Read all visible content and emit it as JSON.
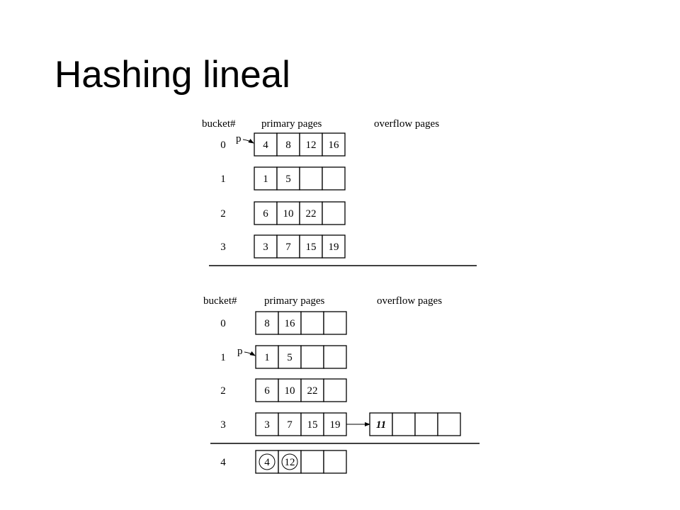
{
  "title": "Hashing lineal",
  "colors": {
    "ink": "#000000",
    "background": "#ffffff"
  },
  "panels": [
    {
      "headers": {
        "bucket": "bucket#",
        "primary": "primary pages",
        "overflow": "overflow pages"
      },
      "next_pointer_label": "p",
      "next_pointer_bucket": 0,
      "buckets": [
        {
          "id": "0",
          "primary": [
            "4",
            "8",
            "12",
            "16"
          ],
          "overflow": []
        },
        {
          "id": "1",
          "primary": [
            "1",
            "5",
            "",
            ""
          ],
          "overflow": []
        },
        {
          "id": "2",
          "primary": [
            "6",
            "10",
            "22",
            ""
          ],
          "overflow": []
        },
        {
          "id": "3",
          "primary": [
            "3",
            "7",
            "15",
            "19"
          ],
          "overflow": []
        }
      ],
      "split_image_buckets": []
    },
    {
      "headers": {
        "bucket": "bucket#",
        "primary": "primary pages",
        "overflow": "overflow pages"
      },
      "next_pointer_label": "p",
      "next_pointer_bucket": 1,
      "buckets": [
        {
          "id": "0",
          "primary": [
            "8",
            "16",
            "",
            ""
          ],
          "overflow": []
        },
        {
          "id": "1",
          "primary": [
            "1",
            "5",
            "",
            ""
          ],
          "overflow": []
        },
        {
          "id": "2",
          "primary": [
            "6",
            "10",
            "22",
            ""
          ],
          "overflow": []
        },
        {
          "id": "3",
          "primary": [
            "3",
            "7",
            "15",
            "19"
          ],
          "overflow": [
            "11",
            "",
            "",
            ""
          ]
        }
      ],
      "split_image_buckets": [
        {
          "id": "4",
          "primary": [
            "4",
            "12",
            "",
            ""
          ],
          "circled": [
            0,
            1
          ]
        }
      ]
    }
  ]
}
